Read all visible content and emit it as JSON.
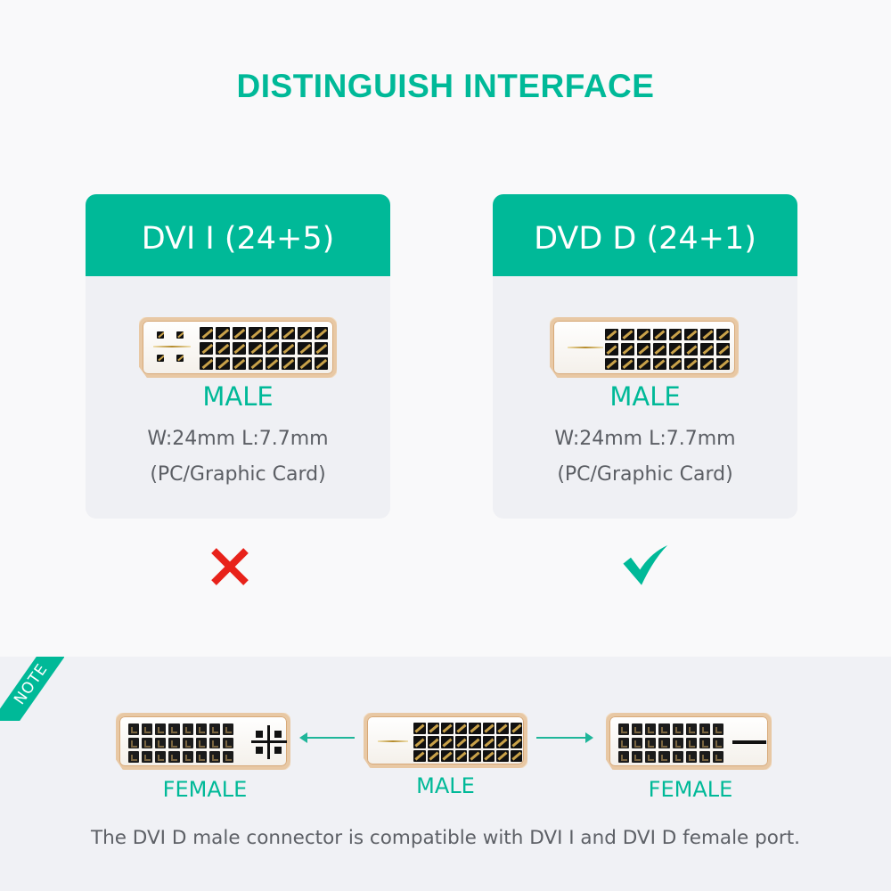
{
  "title": "DISTINGUISH INTERFACE",
  "colors": {
    "accent": "#00b998",
    "error": "#e8221a",
    "card_bg": "#eff0f4",
    "text_gray": "#5b5e64",
    "connector_gold": "#e8c8a4"
  },
  "cards": [
    {
      "heading": "DVI I (24+5)",
      "connector_type": "MALE",
      "dimensions": "W:24mm L:7.7mm",
      "usage": "(PC/Graphic Card)",
      "verdict_icon": "cross-icon"
    },
    {
      "heading": "DVD D (24+1)",
      "connector_type": "MALE",
      "dimensions": "W:24mm L:7.7mm",
      "usage": "(PC/Graphic Card)",
      "verdict_icon": "check-icon"
    }
  ],
  "note": {
    "ribbon_label": "NOTE",
    "connectors": [
      {
        "label": "FEMALE",
        "kind": "DVI I female"
      },
      {
        "label": "MALE",
        "kind": "DVI D male"
      },
      {
        "label": "FEMALE",
        "kind": "DVI D female"
      }
    ],
    "caption": "The DVI D male connector is compatible with DVI I and DVI D female port."
  }
}
